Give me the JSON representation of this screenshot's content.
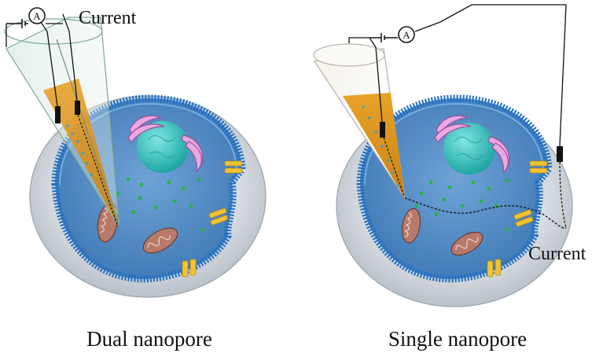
{
  "figure": {
    "left_panel": {
      "caption": "Dual nanopore",
      "current_label": "Current",
      "ammeter_symbol": "A"
    },
    "right_panel": {
      "caption": "Single nanopore",
      "current_label": "Current",
      "ammeter_symbol": "A"
    }
  },
  "colors": {
    "cytoplasm": "#4a86c4",
    "membrane": "#1f6fc0",
    "outer_cell": "#d7dde3",
    "nucleus": "#39c3c0",
    "golgi": "#e7a6e0",
    "mitochondria": "#b77a6a",
    "channel": "#f1c232",
    "pipette_fill": "#e39a1f",
    "vesicles": "#2cae4a"
  },
  "icons": [
    "ammeter-icon",
    "battery-icon",
    "electrode-icon",
    "ion-channel-icon"
  ]
}
